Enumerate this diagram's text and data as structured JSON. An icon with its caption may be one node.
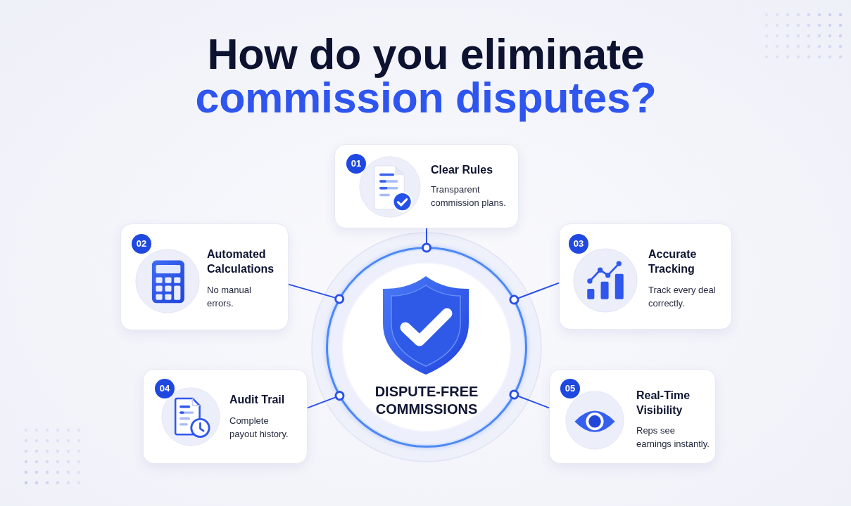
{
  "diagram": {
    "title": "How do you eliminate commission disputes?",
    "nodes": [
      {
        "text": [
          "01",
          "Clear Rules",
          "Transparent commission plans."
        ]
      },
      {
        "text": [
          "02",
          "Automated Calculations",
          "No manual errors."
        ]
      },
      {
        "text": [
          "03",
          "Accurate Tracking",
          "Track every deal correctly."
        ]
      },
      {
        "text": [
          "DISPUTE-FREE COMMISSIONS"
        ]
      },
      {
        "text": [
          "04",
          "Audit Trail",
          "Complete payout history."
        ]
      },
      {
        "text": [
          "05",
          "Real-Time Visibility",
          "Reps see earnings instantly."
        ]
      }
    ],
    "edges": [
      {
        "from": 3,
        "to": 0,
        "arrow": "other"
      },
      {
        "from": 3,
        "to": 1,
        "arrow": "other"
      },
      {
        "from": 3,
        "to": 2,
        "arrow": "other"
      },
      {
        "from": 3,
        "to": 4,
        "arrow": "other"
      },
      {
        "from": 3,
        "to": 5,
        "arrow": "other"
      }
    ]
  }
}
